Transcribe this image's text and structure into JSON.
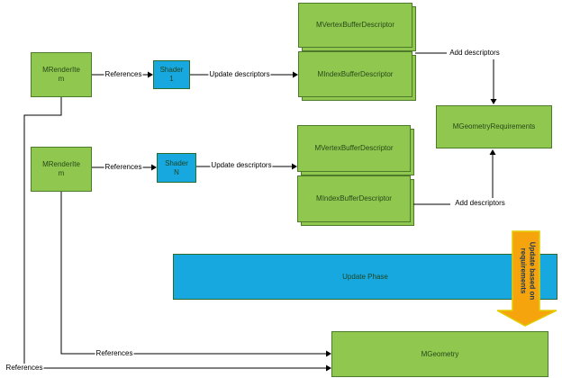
{
  "nodes": {
    "render_item_top": {
      "label": "MRenderIte\nm"
    },
    "render_item_bottom": {
      "label": "MRenderIte\nm"
    },
    "shader_1": {
      "label": "Shader\n1"
    },
    "shader_n": {
      "label": "Shader\nN"
    },
    "vertex_buffer_descriptor_top": {
      "label": "MVertexBufferDescriptor"
    },
    "index_buffer_descriptor_top": {
      "label": "MIndexBufferDescriptor"
    },
    "vertex_buffer_descriptor_bottom": {
      "label": "MVertexBufferDescriptor"
    },
    "index_buffer_descriptor_bottom": {
      "label": "MIndexBufferDescriptor"
    },
    "geometry_requirements": {
      "label": "MGeometryRequirements"
    },
    "update_phase": {
      "label": "Update Phase"
    },
    "geometry": {
      "label": "MGeometry"
    }
  },
  "edge_labels": {
    "references_shader1": "References",
    "update_descriptors_1": "Update descriptors",
    "references_shadern": "References",
    "update_descriptors_2": "Update descriptors",
    "add_descriptors_top": "Add descriptors",
    "add_descriptors_bottom": "Add descriptors",
    "references_geometry_1": "References",
    "references_geometry_2": "References"
  },
  "flow_arrow": {
    "label": "Update based on\nrequirements"
  },
  "colors": {
    "node_green": "#8fc74f",
    "node_green_border": "#4e7a2b",
    "node_blue": "#17a8e0",
    "node_blue_border": "#2d6a2d",
    "flow_arrow_fill": "#f5a40d",
    "flow_arrow_border": "#e3cb00",
    "flow_arrow_text": "#17375e",
    "connector": "#000000"
  }
}
